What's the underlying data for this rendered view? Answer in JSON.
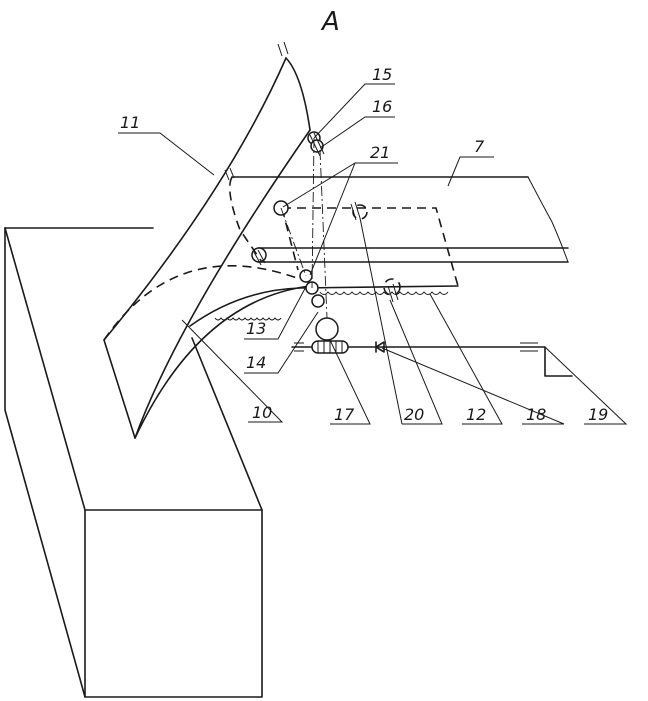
{
  "drawing": {
    "view_label": "A",
    "labels": {
      "n7": "7",
      "n10": "10",
      "n11": "11",
      "n12": "12",
      "n13": "13",
      "n14": "14",
      "n15": "15",
      "n16": "16",
      "n17": "17",
      "n18": "18",
      "n19": "19",
      "n20": "20",
      "n21": "21"
    }
  }
}
